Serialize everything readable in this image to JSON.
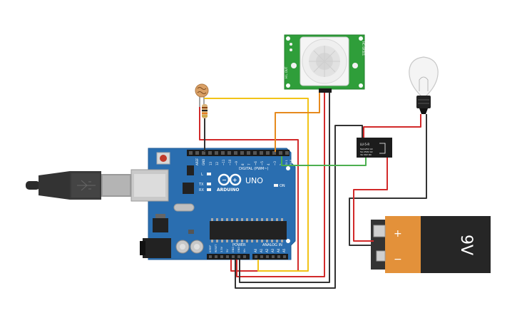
{
  "arduino": {
    "logo_text": "ARDUINO",
    "model": "UNO",
    "on_label": "ON",
    "power_label": "POWER",
    "analog_label": "ANALOG IN",
    "digital_label": "DIGITAL (PWM~)",
    "l_label": "L",
    "tx_label": "TX",
    "rx_label": "RX",
    "aref_label": "AREF",
    "gnd_label": "GND",
    "digital_pins": [
      "13",
      "12",
      "~11",
      "~10",
      "~9",
      "8",
      "7",
      "~6",
      "~5",
      "4",
      "~3",
      "2",
      "TX 1",
      "RX 0"
    ],
    "power_pins": [
      "IOREF",
      "RESET",
      "3.3V",
      "5V",
      "GND",
      "GND",
      "Vin"
    ],
    "analog_pins": [
      "A0",
      "A1",
      "A2",
      "A3",
      "A4",
      "A5"
    ]
  },
  "pir": {
    "left_text": "H L  OUT",
    "right_text": "HC-SR501"
  },
  "relay": {
    "name": "LU-5-R",
    "spec1": "5A/125V AC",
    "spec2": "5A 250V AC",
    "spec3": "3A 30V DC"
  },
  "battery": {
    "label": "9V",
    "plus": "+",
    "minus": "−"
  },
  "colors": {
    "board": "#2a6eb0",
    "wire_red": "#d22a2a",
    "wire_black": "#333333",
    "wire_orange": "#e68a1e",
    "wire_yellow": "#f2c318",
    "wire_green": "#4caf50",
    "pir_green": "#2f9e3a",
    "battery_orange": "#e3913a"
  }
}
